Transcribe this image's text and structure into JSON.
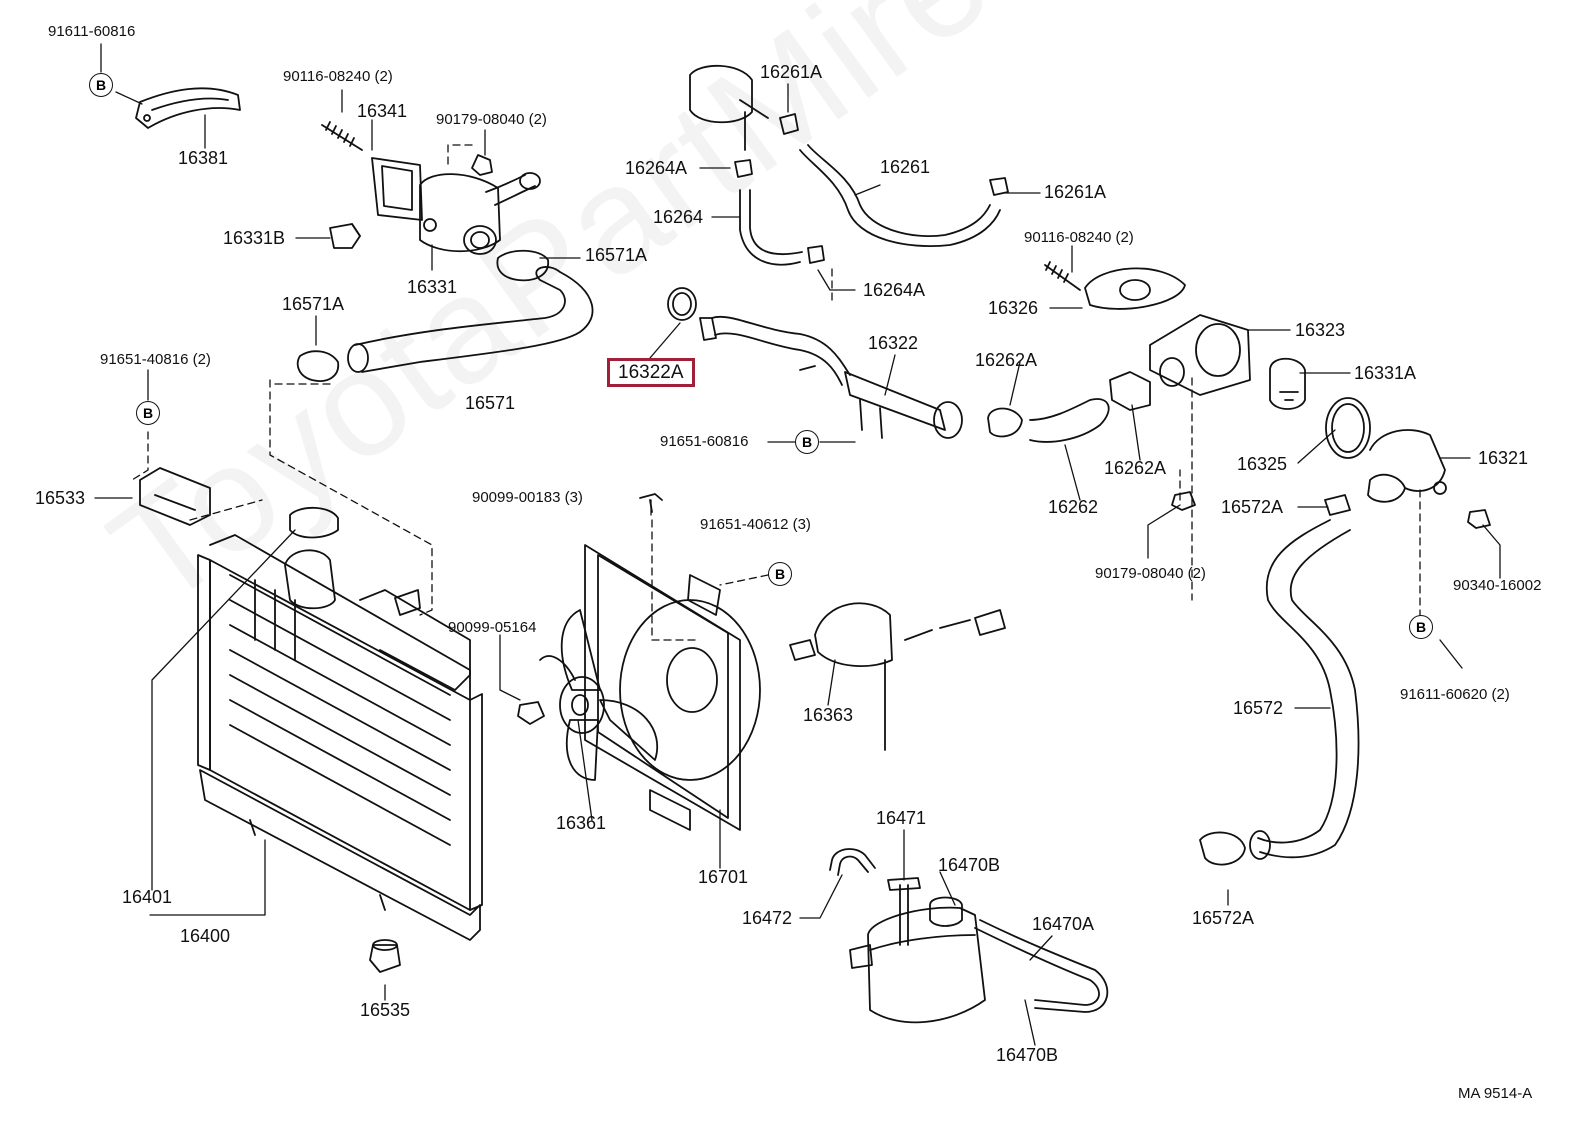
{
  "watermark": "ToyotaPartMire.ru",
  "diagram_code": "MA 9514-A",
  "highlighted_part": "16322A",
  "ref_marker": "B",
  "labels": {
    "p91611_60816": "91611-60816",
    "p16381": "16381",
    "p90116_08240_a": "90116-08240 (2)",
    "p16341": "16341",
    "p90179_08040_a": "90179-08040 (2)",
    "p16331B": "16331B",
    "p16331": "16331",
    "p16571A_a": "16571A",
    "p16571A_b": "16571A",
    "p16571": "16571",
    "p91651_40816": "91651-40816 (2)",
    "p16533": "16533",
    "p16401": "16401",
    "p16400": "16400",
    "p16535": "16535",
    "p16261A_a": "16261A",
    "p16261": "16261",
    "p16261A_b": "16261A",
    "p16264A_a": "16264A",
    "p16264": "16264",
    "p16264A_b": "16264A",
    "p16322": "16322",
    "p91651_60816": "91651-60816",
    "p90099_00183": "90099-00183 (3)",
    "p91651_40612": "91651-40612 (3)",
    "p90099_05164": "90099-05164",
    "p16361": "16361",
    "p16701": "16701",
    "p16363": "16363",
    "p90116_08240_b": "90116-08240 (2)",
    "p16326": "16326",
    "p16323": "16323",
    "p16262A_a": "16262A",
    "p16262A_b": "16262A",
    "p16262": "16262",
    "p16331A": "16331A",
    "p16325": "16325",
    "p16321": "16321",
    "p16572A_a": "16572A",
    "p90179_08040_b": "90179-08040 (2)",
    "p90340_16002": "90340-16002",
    "p91611_60620": "91611-60620 (2)",
    "p16572": "16572",
    "p16572A_b": "16572A",
    "p16471": "16471",
    "p16470B_a": "16470B",
    "p16472": "16472",
    "p16470A": "16470A",
    "p16470B_b": "16470B"
  }
}
